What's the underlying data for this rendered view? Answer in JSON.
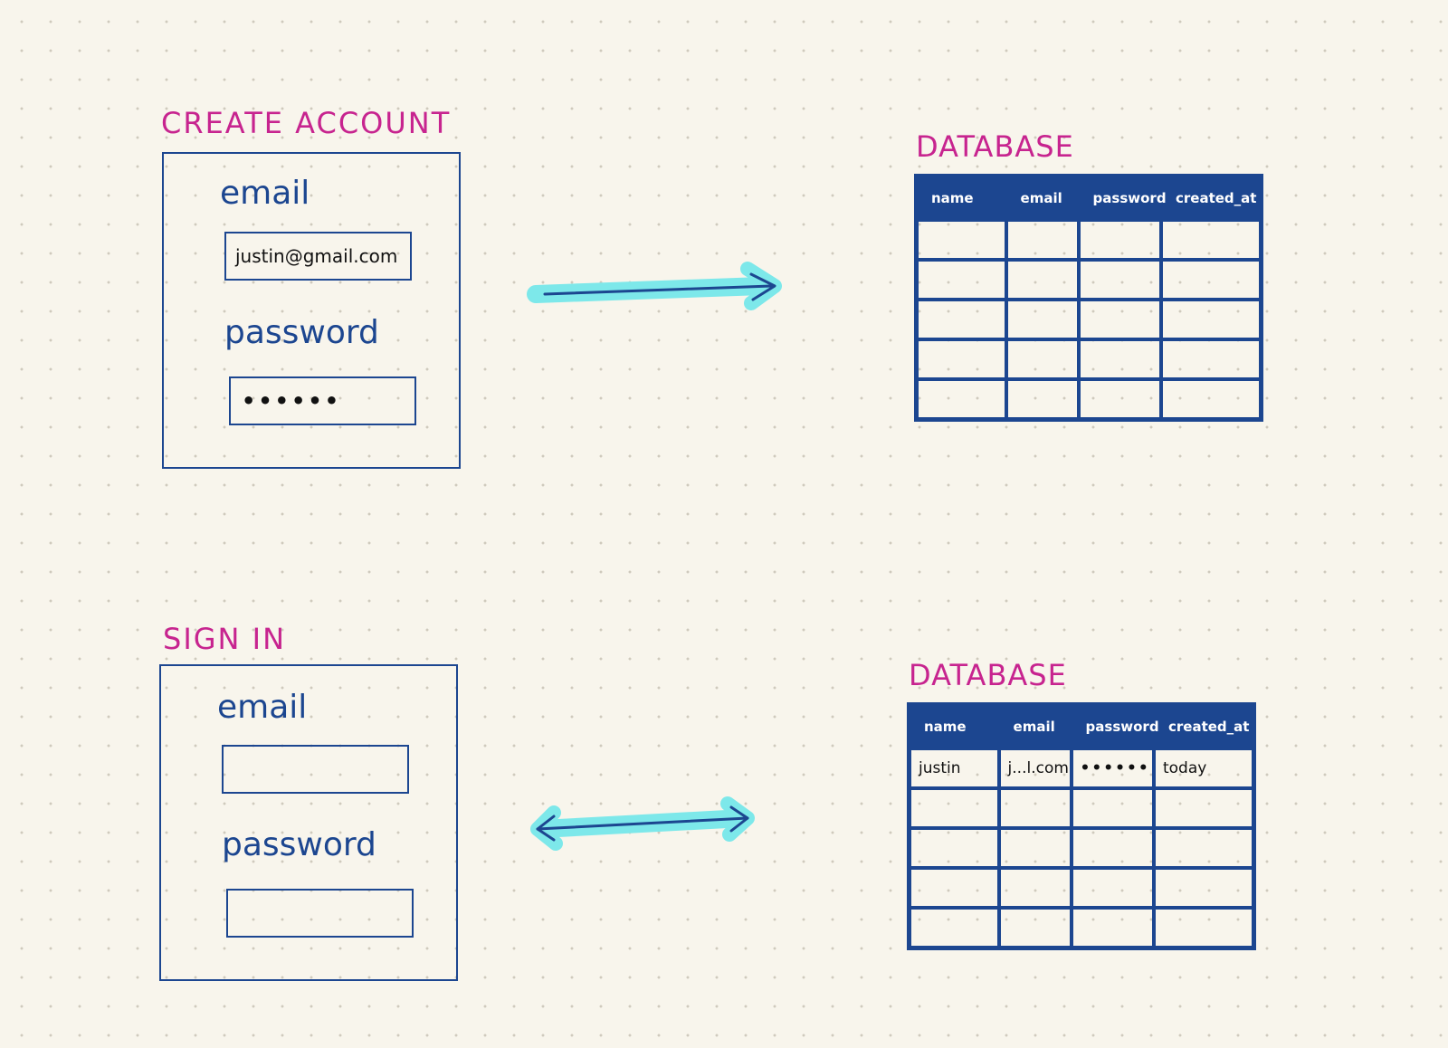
{
  "create_account": {
    "title": "CREATE ACCOUNT",
    "email_label": "email",
    "email_value": "justin@gmail.com",
    "password_label": "password",
    "password_value": "••••••"
  },
  "sign_in": {
    "title": "SIGN IN",
    "email_label": "email",
    "email_value": "",
    "password_label": "password",
    "password_value": ""
  },
  "database_top": {
    "title": "DATABASE",
    "columns": [
      "name",
      "email",
      "password",
      "created_at"
    ],
    "rows": [
      [
        "",
        "",
        "",
        ""
      ],
      [
        "",
        "",
        "",
        ""
      ],
      [
        "",
        "",
        "",
        ""
      ],
      [
        "",
        "",
        "",
        ""
      ],
      [
        "",
        "",
        "",
        ""
      ]
    ]
  },
  "database_bottom": {
    "title": "DATABASE",
    "columns": [
      "name",
      "email",
      "password",
      "created_at"
    ],
    "rows": [
      [
        "justin",
        "j...l.com",
        "••••••",
        "today"
      ],
      [
        "",
        "",
        "",
        ""
      ],
      [
        "",
        "",
        "",
        ""
      ],
      [
        "",
        "",
        "",
        ""
      ],
      [
        "",
        "",
        "",
        ""
      ]
    ]
  },
  "arrows": {
    "top": "one-way",
    "bottom": "two-way",
    "highlight_color": "#7de8ea",
    "stroke_color": "#1c4690"
  },
  "colors": {
    "title": "#c7248f",
    "ink": "#1c4690",
    "background": "#f8f5ec"
  }
}
